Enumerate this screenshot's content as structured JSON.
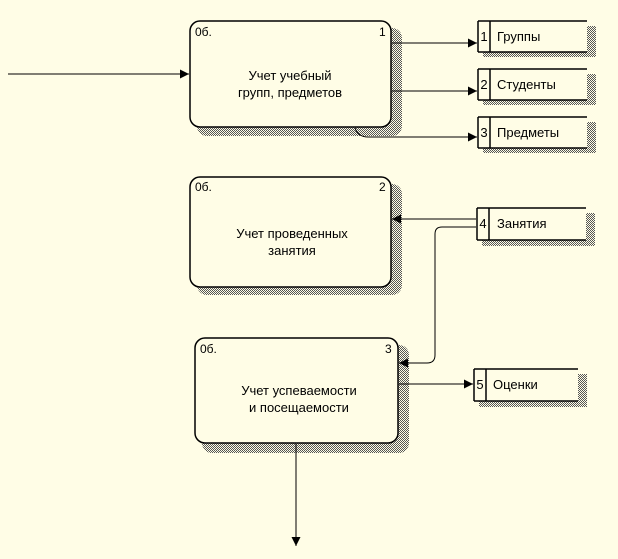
{
  "processes": [
    {
      "id": "proc-1",
      "owner": "0б.",
      "number": "1",
      "title_lines": [
        "Учет учебный",
        "групп, предметов"
      ]
    },
    {
      "id": "proc-2",
      "owner": "0б.",
      "number": "2",
      "title_lines": [
        "Учет проведенных",
        "занятия"
      ]
    },
    {
      "id": "proc-3",
      "owner": "0б.",
      "number": "3",
      "title_lines": [
        "Учет успеваемости",
        "и посещаемости"
      ]
    }
  ],
  "stores": [
    {
      "id": "store-1",
      "number": "1",
      "label": "Группы"
    },
    {
      "id": "store-2",
      "number": "2",
      "label": "Студенты"
    },
    {
      "id": "store-3",
      "number": "3",
      "label": "Предметы"
    },
    {
      "id": "store-4",
      "number": "4",
      "label": "Занятия"
    },
    {
      "id": "store-5",
      "number": "5",
      "label": "Оценки"
    }
  ],
  "colors": {
    "background": "#fffde6",
    "line": "#000000",
    "shadow_hatch": "#555555"
  }
}
